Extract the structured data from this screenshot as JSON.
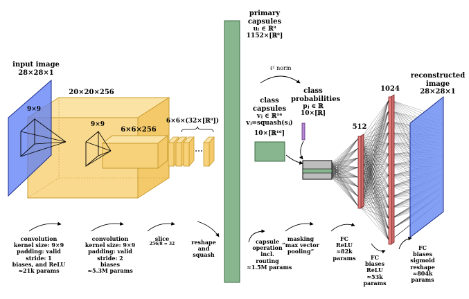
{
  "colors": {
    "input": "#5b7cf6",
    "feature": "#f7d27a",
    "feature_stroke": "#c89b2d",
    "primary_capsules": "#88b68f",
    "class_capsules": "#88b68f",
    "probabilities": "#b88ad4",
    "masking": "#bdbdbd",
    "fc_layer": "#e48080",
    "reconstructed": "#6f8ff2"
  },
  "labels": {
    "input_image": {
      "title": "input image",
      "dims": "28×28×1"
    },
    "kernel_9x9_a": "9×9",
    "kernel_9x9_b": "9×9",
    "conv1_dims": "20×20×256",
    "conv2_dims": "6×6×256",
    "slices_dims": "6×6×(32×[ℝ⁸])",
    "primary": {
      "line1": "primary",
      "line2": "capsules",
      "line3": "uᵢ ∈ ℝ⁸",
      "line4": "1152×[ℝ⁸]"
    },
    "l2_norm": "ℓ² norm",
    "class_capsules": {
      "line1": "class",
      "line2": "capsules",
      "line3": "vⱼ ∈ ℝ¹⁶",
      "line4": "vⱼ=squash(sⱼ)",
      "line5": "10×[ℝ¹⁶]"
    },
    "class_probs": {
      "line1": "class",
      "line2": "probabilities",
      "line3": "pⱼ ∈ ℝ",
      "line4": "10×[ℝ]"
    },
    "n512": "512",
    "n1024": "1024",
    "reconstructed": {
      "line1": "reconstructed",
      "line2": "image",
      "line3": "28×28×1"
    }
  },
  "ops": {
    "conv1": [
      "convolution",
      "kernel size: 9×9",
      "padding: valid",
      "stride: 1",
      "biases, and ReLU",
      "≈21k params"
    ],
    "conv2": [
      "convolution",
      "kernel size: 9×9",
      "padding: valid",
      "stride: 2",
      "biases",
      "≈5.3M params"
    ],
    "slice": [
      "slice",
      "256/8 = 32"
    ],
    "reshape": [
      "reshape",
      "and",
      "squash"
    ],
    "capsule": [
      "capsule",
      "operation",
      "incl.",
      "routing",
      "≈1.5M params"
    ],
    "masking": [
      "masking",
      "“max vector",
      "pooling”"
    ],
    "fc1": [
      "FC",
      "ReLU",
      "≈82k",
      "params"
    ],
    "fc2": [
      "FC",
      "biases",
      "ReLU",
      "≈53k",
      "params"
    ],
    "fc3": [
      "FC",
      "biases",
      "sigmoid",
      "reshape",
      "≈804k",
      "params"
    ]
  }
}
